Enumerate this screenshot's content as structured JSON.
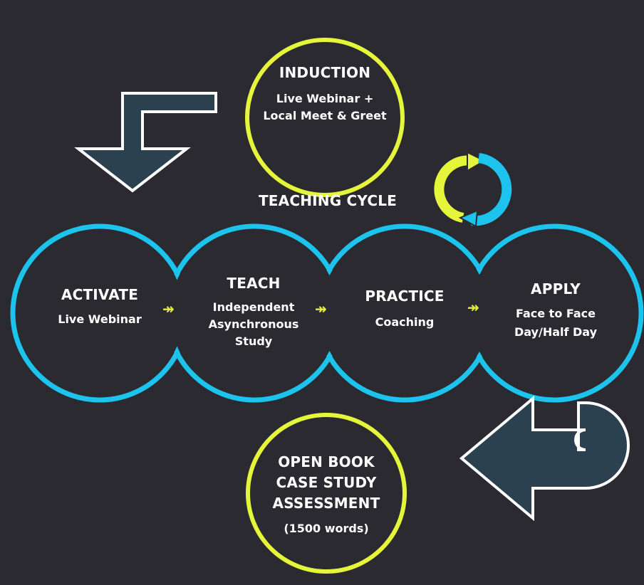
{
  "colors": {
    "background": "#2b2a30",
    "yellow": "#e4f53a",
    "cyan": "#1cc3ec",
    "arrow_fill": "#2c4150",
    "arrow_stroke": "#ffffff"
  },
  "induction": {
    "title": "INDUCTION",
    "line1": "Live Webinar +",
    "line2": "Local Meet & Greet"
  },
  "cycle": {
    "title": "TEACHING CYCLE",
    "icon": "refresh-cycle-icon",
    "stages": [
      {
        "title": "ACTIVATE",
        "lines": [
          "Live Webinar"
        ]
      },
      {
        "title": "TEACH",
        "lines": [
          "Independent",
          "Asynchronous",
          "Study"
        ]
      },
      {
        "title": "PRACTICE",
        "lines": [
          "Coaching"
        ]
      },
      {
        "title": "APPLY",
        "lines": [
          "Face to Face",
          "Day/Half Day"
        ]
      }
    ],
    "connector_glyph": "↠"
  },
  "assessment": {
    "line1": "OPEN BOOK",
    "line2": "CASE STUDY",
    "line3": "ASSESSMENT",
    "line4": "(1500 words)"
  }
}
